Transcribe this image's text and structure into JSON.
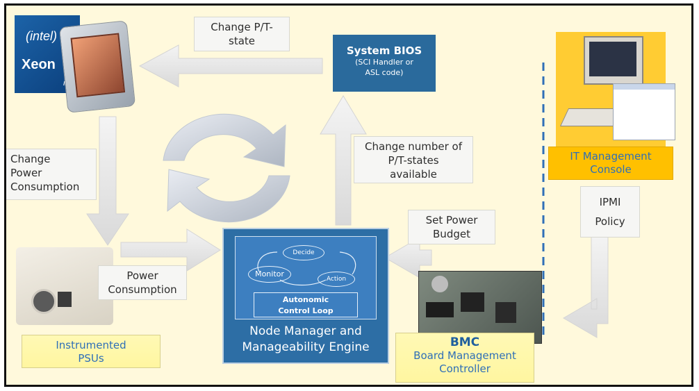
{
  "labels": {
    "change_pt_state": [
      "Change P/T-",
      "state"
    ],
    "change_power": [
      "Change",
      "Power",
      "Consumption"
    ],
    "power_consumption": [
      "Power",
      "Consumption"
    ],
    "change_number": [
      "Change number of",
      "P/T-states",
      "available"
    ],
    "set_power_budget": [
      "Set Power",
      "Budget"
    ],
    "ipmi_policy": [
      "IPMI",
      "Policy"
    ]
  },
  "bios": {
    "title": "System BIOS",
    "sub": [
      "(SCI Handler or",
      "ASL code)"
    ]
  },
  "node_manager": {
    "title": [
      "Node Manager and",
      "Manageability Engine"
    ],
    "loop": {
      "decide": "Decide",
      "monitor": "Monitor",
      "action": "Action"
    },
    "autonomic": [
      "Autonomic",
      "Control Loop"
    ]
  },
  "it_console": [
    "IT Management",
    "Console"
  ],
  "bmc": {
    "title": "BMC",
    "sub": [
      "Board Management",
      "Controller"
    ]
  },
  "psus": [
    "Instrumented",
    "PSUs"
  ],
  "cpu_badge": {
    "brand": "(intel)",
    "product": "Xeon",
    "suffix": "in"
  },
  "colors": {
    "background": "#fff9dc",
    "bios_box": "#2a6a9c",
    "node_box": "#2d6ea5",
    "yellow_label": "#fff6a0",
    "console_label": "#ffc000",
    "label_text_blue": "#2f6fb7"
  }
}
